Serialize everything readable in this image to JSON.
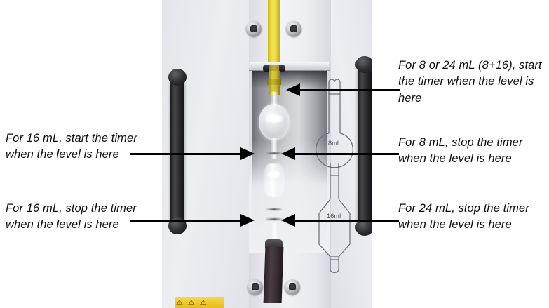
{
  "annotations": [
    {
      "id": "note-16-start",
      "text": "For 16 mL, start the timer when the level is here",
      "side": "left",
      "target": "upper-graduation-mark"
    },
    {
      "id": "note-16-stop",
      "text": "For 16 mL, stop the timer when the level is here",
      "side": "left",
      "target": "lower-graduation-mark"
    },
    {
      "id": "note-8-24-start",
      "text": "For 8 or 24 mL (8+16), start the timer when the level is here",
      "side": "right",
      "target": "top-of-pipette-neck"
    },
    {
      "id": "note-8-stop",
      "text": "For 8 mL, stop the timer when the level is here",
      "side": "right",
      "target": "upper-graduation-mark"
    },
    {
      "id": "note-24-stop",
      "text": "For 24 mL, stop the timer when the level is here",
      "side": "right",
      "target": "lower-graduation-mark"
    }
  ],
  "schematic": {
    "upper_bulb_label": "8ml",
    "lower_bulb_label": "16ml"
  },
  "photo": {
    "warning_sticker_text": "⚠ ⚠ ⚠",
    "colors": {
      "panel": "#e9eaee",
      "drive_belt_yellow": "#efe14e",
      "handle_black": "#1a1a1c",
      "sticker_yellow": "#f7d64a",
      "chamber_dark": "#75767c"
    }
  }
}
